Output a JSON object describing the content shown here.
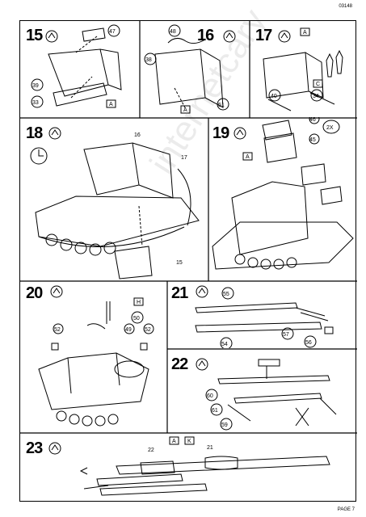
{
  "header": {
    "code": "03148"
  },
  "footer": {
    "page": "PAGE 7"
  },
  "watermark": {
    "text": "internetcary"
  },
  "steps": [
    {
      "num": "15",
      "parts": [
        "47",
        "39",
        "33",
        "A"
      ]
    },
    {
      "num": "16",
      "parts": [
        "48",
        "38",
        "51",
        "A"
      ]
    },
    {
      "num": "17",
      "parts": [
        "A",
        "40",
        "C",
        "34"
      ]
    },
    {
      "num": "18",
      "parts": [
        "16",
        "17",
        "15"
      ]
    },
    {
      "num": "19",
      "parts": [
        "46",
        "2X",
        "45",
        "A"
      ]
    },
    {
      "num": "20",
      "parts": [
        "H",
        "50",
        "52",
        "49",
        "52"
      ]
    },
    {
      "num": "21",
      "parts": [
        "55",
        "54",
        "57",
        "56"
      ]
    },
    {
      "num": "22",
      "parts": [
        "60",
        "61",
        "59"
      ]
    },
    {
      "num": "23",
      "parts": [
        "22",
        "A",
        "K",
        "21"
      ]
    }
  ]
}
